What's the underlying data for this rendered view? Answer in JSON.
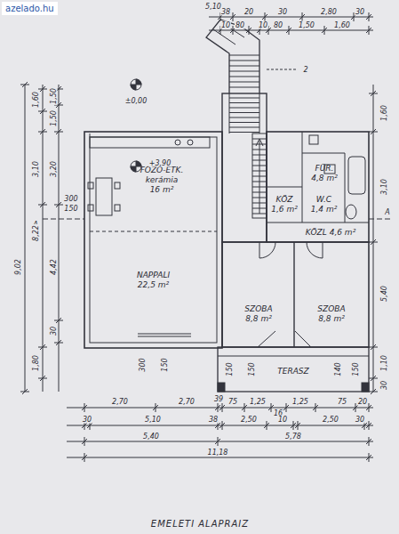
{
  "diagram": {
    "caption": "EMELETI ALAPRAIZ",
    "nodes": [
      {
        "text": [
          "FŐZŐ-ÉTK.",
          "kerámia",
          "16 m²"
        ]
      },
      {
        "text": [
          "NAPPALI",
          "22,5 m²"
        ]
      },
      {
        "text": [
          "FÜR.",
          "4,8 m²"
        ]
      },
      {
        "text": [
          "KÖZ",
          "1,6 m²"
        ]
      },
      {
        "text": [
          "W.C",
          "1,4 m²"
        ]
      },
      {
        "text": [
          "KÖZL",
          "4,6 m²"
        ]
      },
      {
        "text": [
          "SZOBA",
          "8,8 m²"
        ]
      },
      {
        "text": [
          "SZOBA",
          "8,8 m²"
        ]
      },
      {
        "text": [
          "TERASZ"
        ]
      }
    ],
    "labels": [
      "azelado.hu",
      "5,10",
      "38",
      "20",
      "30",
      "2,80",
      "30",
      "10",
      "80",
      "10",
      "80",
      "1,50",
      "1,60",
      "2",
      "±0,00",
      "+3,90",
      "A",
      "A",
      "9,02",
      "1,60",
      "3,10",
      "8,22",
      "1,80",
      "1,50",
      "1,50",
      "3,20",
      "300",
      "150",
      "4,42",
      "30",
      "1,60",
      "3,10",
      "5,40",
      "1,10",
      "30",
      "300",
      "150",
      "150",
      "150",
      "140",
      "150",
      "2,70",
      "2,70",
      "39",
      "75",
      "1,25",
      "16",
      "1,25",
      "75",
      "20",
      "30",
      "5,10",
      "38",
      "2,50",
      "10",
      "2,50",
      "30",
      "5,40",
      "5,78",
      "11,18"
    ]
  }
}
